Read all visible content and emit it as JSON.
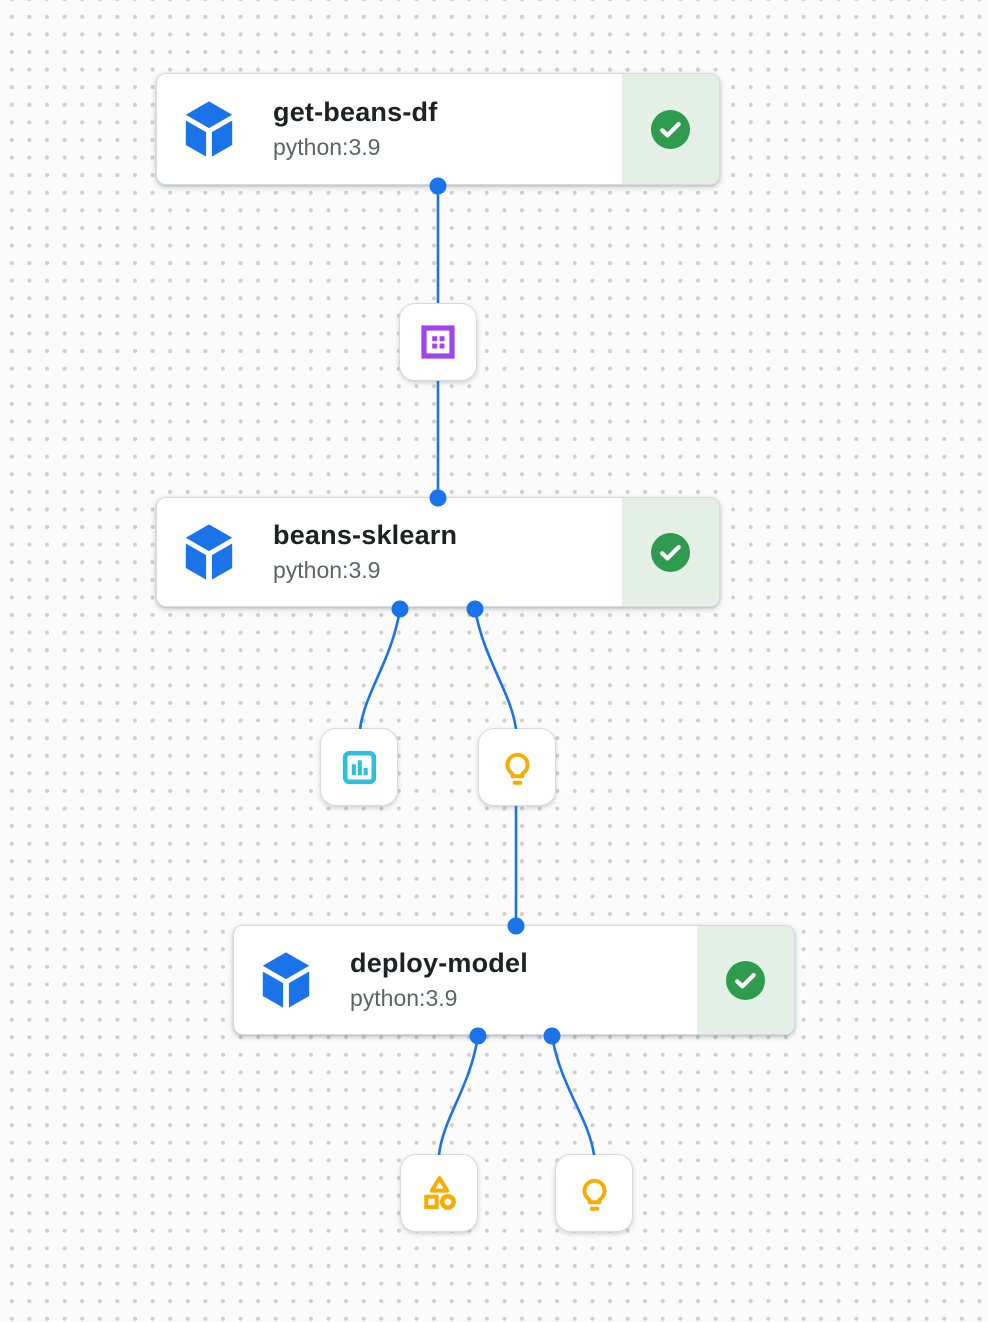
{
  "diagram": {
    "type": "pipeline-dag",
    "nodes": [
      {
        "id": "get-beans-df",
        "title": "get-beans-df",
        "subtitle": "python:3.9",
        "status": "succeeded",
        "status_icon": "check-circle-icon",
        "icon": "component-cube-icon"
      },
      {
        "id": "beans-sklearn",
        "title": "beans-sklearn",
        "subtitle": "python:3.9",
        "status": "succeeded",
        "status_icon": "check-circle-icon",
        "icon": "component-cube-icon"
      },
      {
        "id": "deploy-model",
        "title": "deploy-model",
        "subtitle": "python:3.9",
        "status": "succeeded",
        "status_icon": "check-circle-icon",
        "icon": "component-cube-icon"
      }
    ],
    "artifacts": [
      {
        "id": "dataset-artifact",
        "type": "dataset",
        "icon": "dataset-icon",
        "color": "#a142f4"
      },
      {
        "id": "metrics-artifact",
        "type": "metrics",
        "icon": "metrics-bars-icon",
        "color": "#2cc0dd"
      },
      {
        "id": "model-artifact-1",
        "type": "model",
        "icon": "model-lightbulb-icon",
        "color": "#f9ab00"
      },
      {
        "id": "generic-artifact",
        "type": "artifact",
        "icon": "artifact-shapes-icon",
        "color": "#f9ab00"
      },
      {
        "id": "model-artifact-2",
        "type": "model",
        "icon": "model-lightbulb-icon",
        "color": "#f9ab00"
      }
    ],
    "edges": [
      {
        "from": "get-beans-df",
        "to": "dataset-artifact"
      },
      {
        "from": "dataset-artifact",
        "to": "beans-sklearn"
      },
      {
        "from": "beans-sklearn",
        "to": "metrics-artifact"
      },
      {
        "from": "beans-sklearn",
        "to": "model-artifact-1"
      },
      {
        "from": "model-artifact-1",
        "to": "deploy-model"
      },
      {
        "from": "deploy-model",
        "to": "generic-artifact"
      },
      {
        "from": "deploy-model",
        "to": "model-artifact-2"
      }
    ],
    "colors": {
      "edge": "#1a73e8",
      "component_icon": "#1a73e8",
      "success_circle": "#2e9b4e",
      "success_panel": "#e4f0e6",
      "title_text": "#202124",
      "subtitle_text": "#5f6368",
      "canvas_bg": "#fbfbfb",
      "canvas_dot": "#cfcfcf"
    }
  }
}
